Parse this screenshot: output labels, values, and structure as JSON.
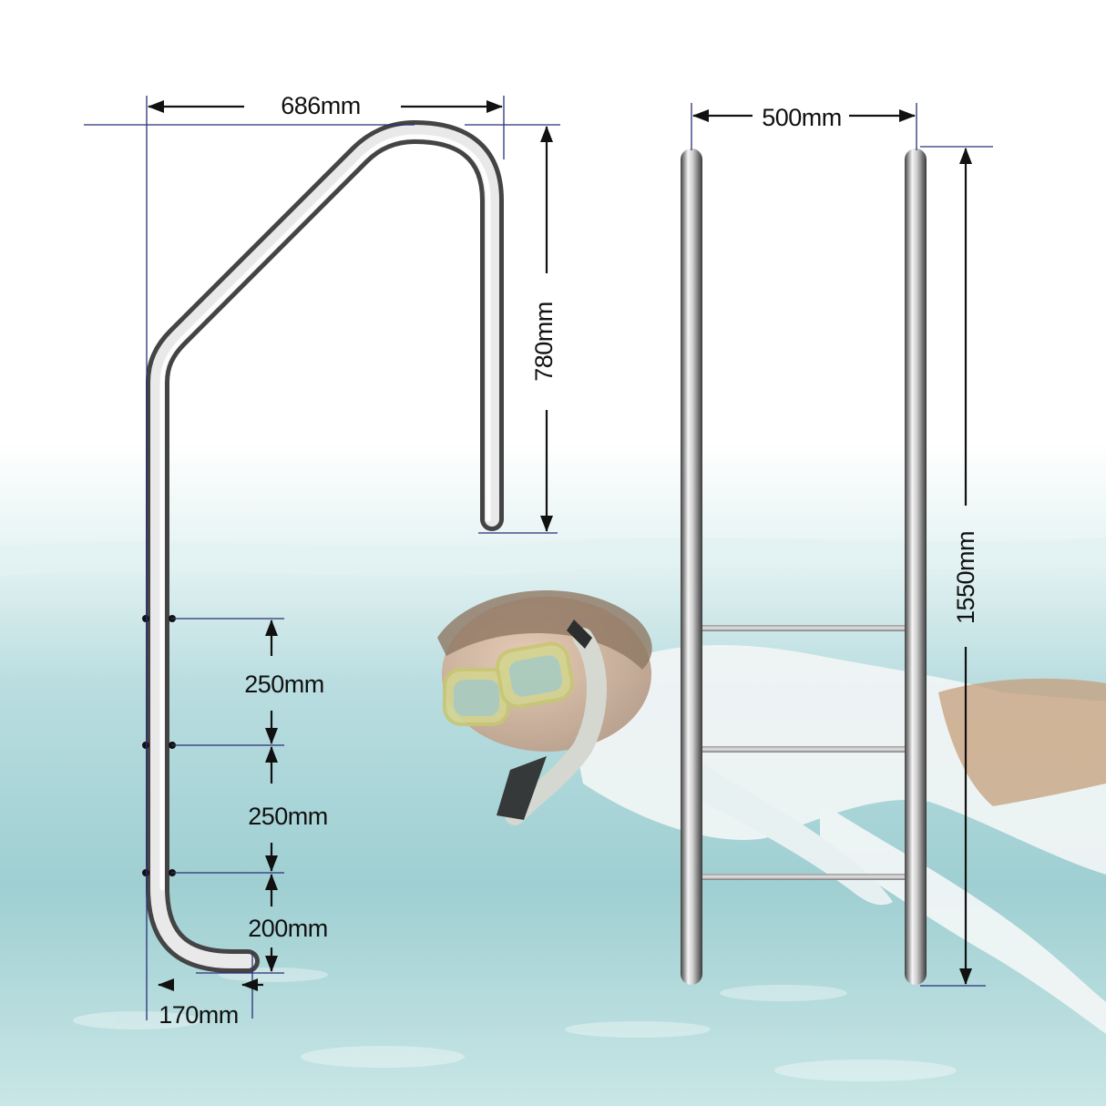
{
  "dimensions": {
    "handrail_width": "686mm",
    "handrail_top_height": "780mm",
    "step_spacing_1": "250mm",
    "step_spacing_2": "250mm",
    "step_spacing_3": "200mm",
    "foot_length": "170mm",
    "ladder_width": "500mm",
    "ladder_height": "1550mm"
  },
  "colors": {
    "dimension_line": "#2a2f7a",
    "arrow": "#111111",
    "water_light": "#d9eef0",
    "water_deep": "#8fc6c9",
    "steel_light": "#f4f4f4",
    "steel_dark": "#4d4d4d"
  }
}
